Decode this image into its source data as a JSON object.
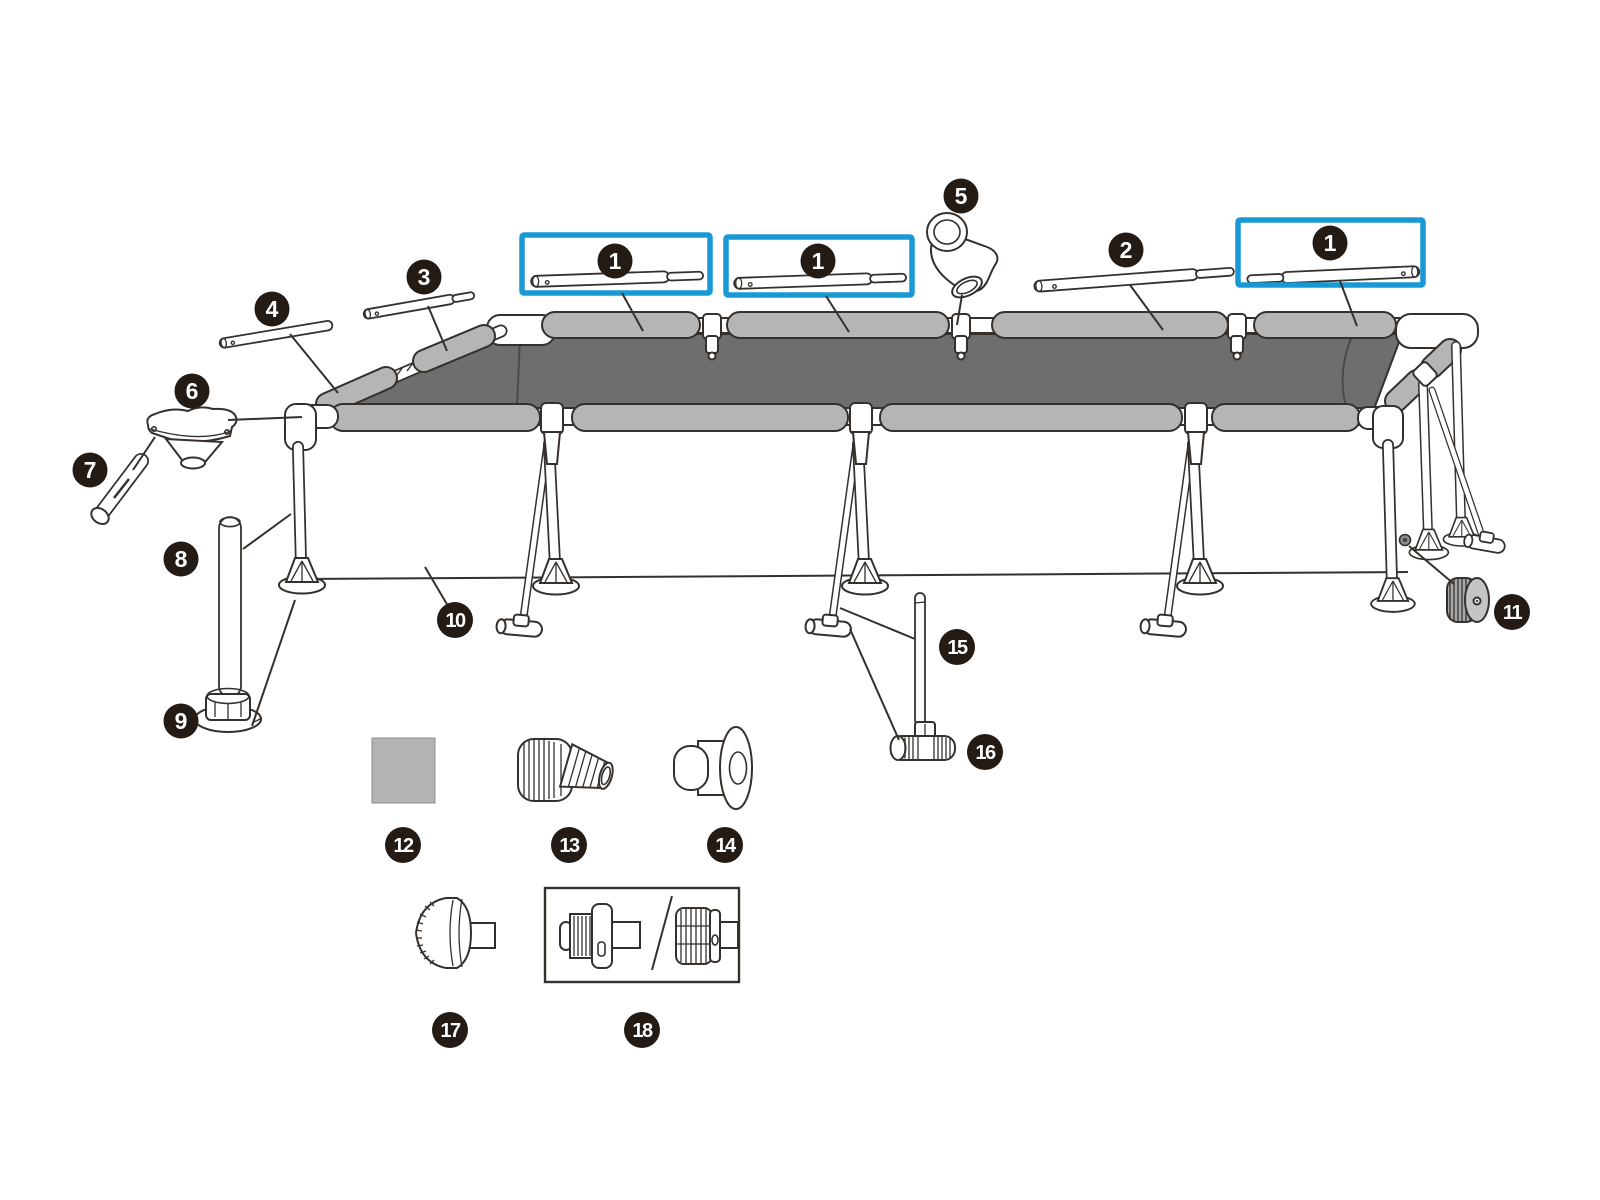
{
  "diagram": {
    "kind": "exploded-parts-diagram",
    "subject": "rectangular frame pool",
    "highlighted_part": {
      "label": "1",
      "highlight_box_count": 3
    }
  },
  "colors": {
    "highlight_blue": "#1899d6",
    "callout_bg": "#241b14",
    "callout_text": "#ffffff",
    "line": "#35302c",
    "liner_gray": "#6e6e6e",
    "sleeve_gray": "#b5b5b5",
    "patch_gray": "#b3b3b3",
    "wheel_gray": "#a9a9a9",
    "background": "#ffffff"
  },
  "callouts": {
    "c1a": {
      "label": "1"
    },
    "c1b": {
      "label": "1"
    },
    "c1c": {
      "label": "1"
    },
    "c2": {
      "label": "2"
    },
    "c3": {
      "label": "3"
    },
    "c4": {
      "label": "4"
    },
    "c5": {
      "label": "5"
    },
    "c6": {
      "label": "6"
    },
    "c7": {
      "label": "7"
    },
    "c8": {
      "label": "8"
    },
    "c9": {
      "label": "9"
    },
    "c10": {
      "label": "10"
    },
    "c11": {
      "label": "11"
    },
    "c12": {
      "label": "12"
    },
    "c13": {
      "label": "13"
    },
    "c14": {
      "label": "14"
    },
    "c15": {
      "label": "15"
    },
    "c16": {
      "label": "16"
    },
    "c17": {
      "label": "17"
    },
    "c18": {
      "label": "18"
    }
  }
}
